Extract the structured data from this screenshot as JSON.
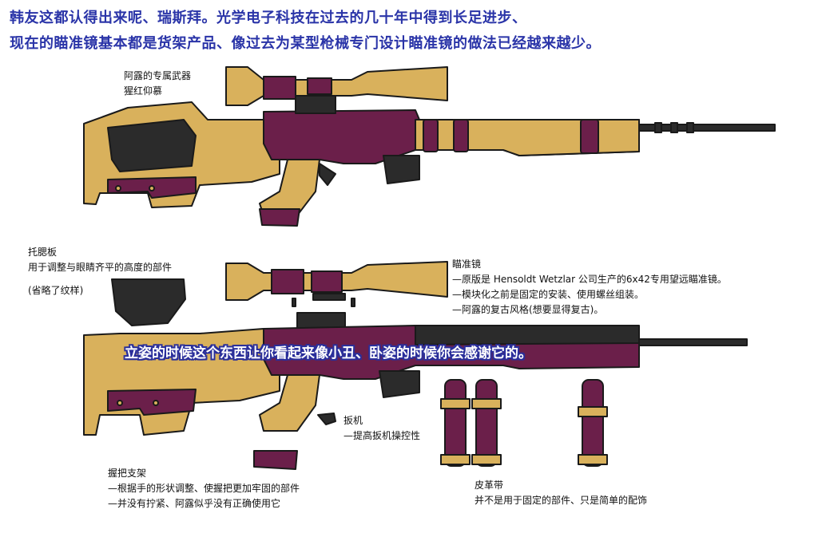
{
  "title": {
    "line1": "韩友这都认得出来呢、瑞斯拜。光学电子科技在过去的几十年中得到长足进步、",
    "line2": "现在的瞄准镜基本都是货架产品、像过去为某型枪械专门设计瞄准镜的做法已经越来越少。"
  },
  "weapon_label": {
    "line1": "阿露的专属武器",
    "line2": "猩红仰慕"
  },
  "cheek_rest": {
    "name": "托腮板",
    "desc": "用于调整与眼睛齐平的高度的部件",
    "note": "(省略了纹样)"
  },
  "scope": {
    "name": "瞄准镜",
    "desc1": "—原版是 Hensoldt Wetzlar 公司生产的6x42专用望远瞄准镜。",
    "desc2": "—模块化之前是固定的安装、使用螺丝组装。",
    "desc3": "—阿露的复古风格(想要显得复古)。"
  },
  "overlay_caption": "立姿的时候这个东西让你看起来像小丑、卧姿的时候你会感谢它的。",
  "trigger": {
    "name": "扳机",
    "desc": "—提高扳机操控性"
  },
  "grip": {
    "name": "握把支架",
    "desc1": "—根据手的形状调整、使握把更加牢固的部件",
    "desc2": "—并没有拧紧、阿露似乎没有正确使用它"
  },
  "strap": {
    "name": "皮革带",
    "desc": "并不是用于固定的部件、只是简单的配饰"
  },
  "colors": {
    "tan": "#d9b15c",
    "purple": "#6b1f4a",
    "dark": "#2b2b2b",
    "title_blue": "#2a34a8"
  }
}
